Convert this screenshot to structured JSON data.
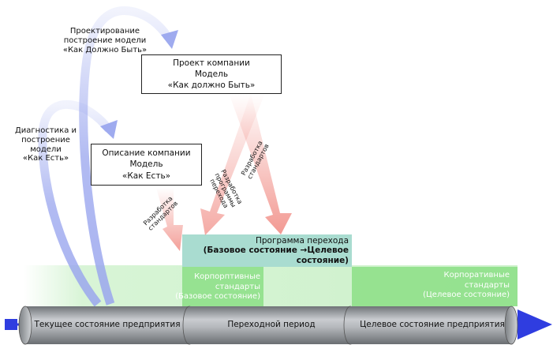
{
  "left_labels": {
    "design_lines": [
      "Проектирование",
      "построение модели",
      "«Как Должно Быть»"
    ],
    "diagnostics_lines": [
      "Диагностика и",
      "построение модели",
      "«Как Есть»"
    ]
  },
  "boxes": {
    "project": [
      "Проект компании",
      "Модель",
      "«Как должно Быть»"
    ],
    "description": [
      "Описание компании",
      "Модель",
      "«Как Есть»"
    ]
  },
  "arrow_labels": {
    "standards_dev_top": [
      "Разработка",
      "стандартов"
    ],
    "program_dev": [
      "Разработка",
      "программы",
      "перехода"
    ],
    "standards_dev_bottom": [
      "Разработка",
      "стандартов"
    ]
  },
  "program": {
    "line1": "Программа перехода",
    "line2": "(Базовое состояние →Целевое",
    "line3": "состояние)"
  },
  "standards": {
    "base": [
      "Корпорптивные",
      "стандарты",
      "(Базовое состояние)"
    ],
    "target": [
      "Корпоративные",
      "стандарты",
      "(Целевое состояние)"
    ]
  },
  "timeline": {
    "current": "Текущее состояние предприятия",
    "transition": "Переходной период",
    "target": "Целевое состояние предприятия"
  },
  "colors": {
    "flow_arrow": "#9aa6ee",
    "red_arrow": "#f08880",
    "green_band": "#8fe08a",
    "teal_box": "#a9dcd0",
    "pipe": "#8c9094",
    "timeline_arrow": "#2f3de0"
  }
}
